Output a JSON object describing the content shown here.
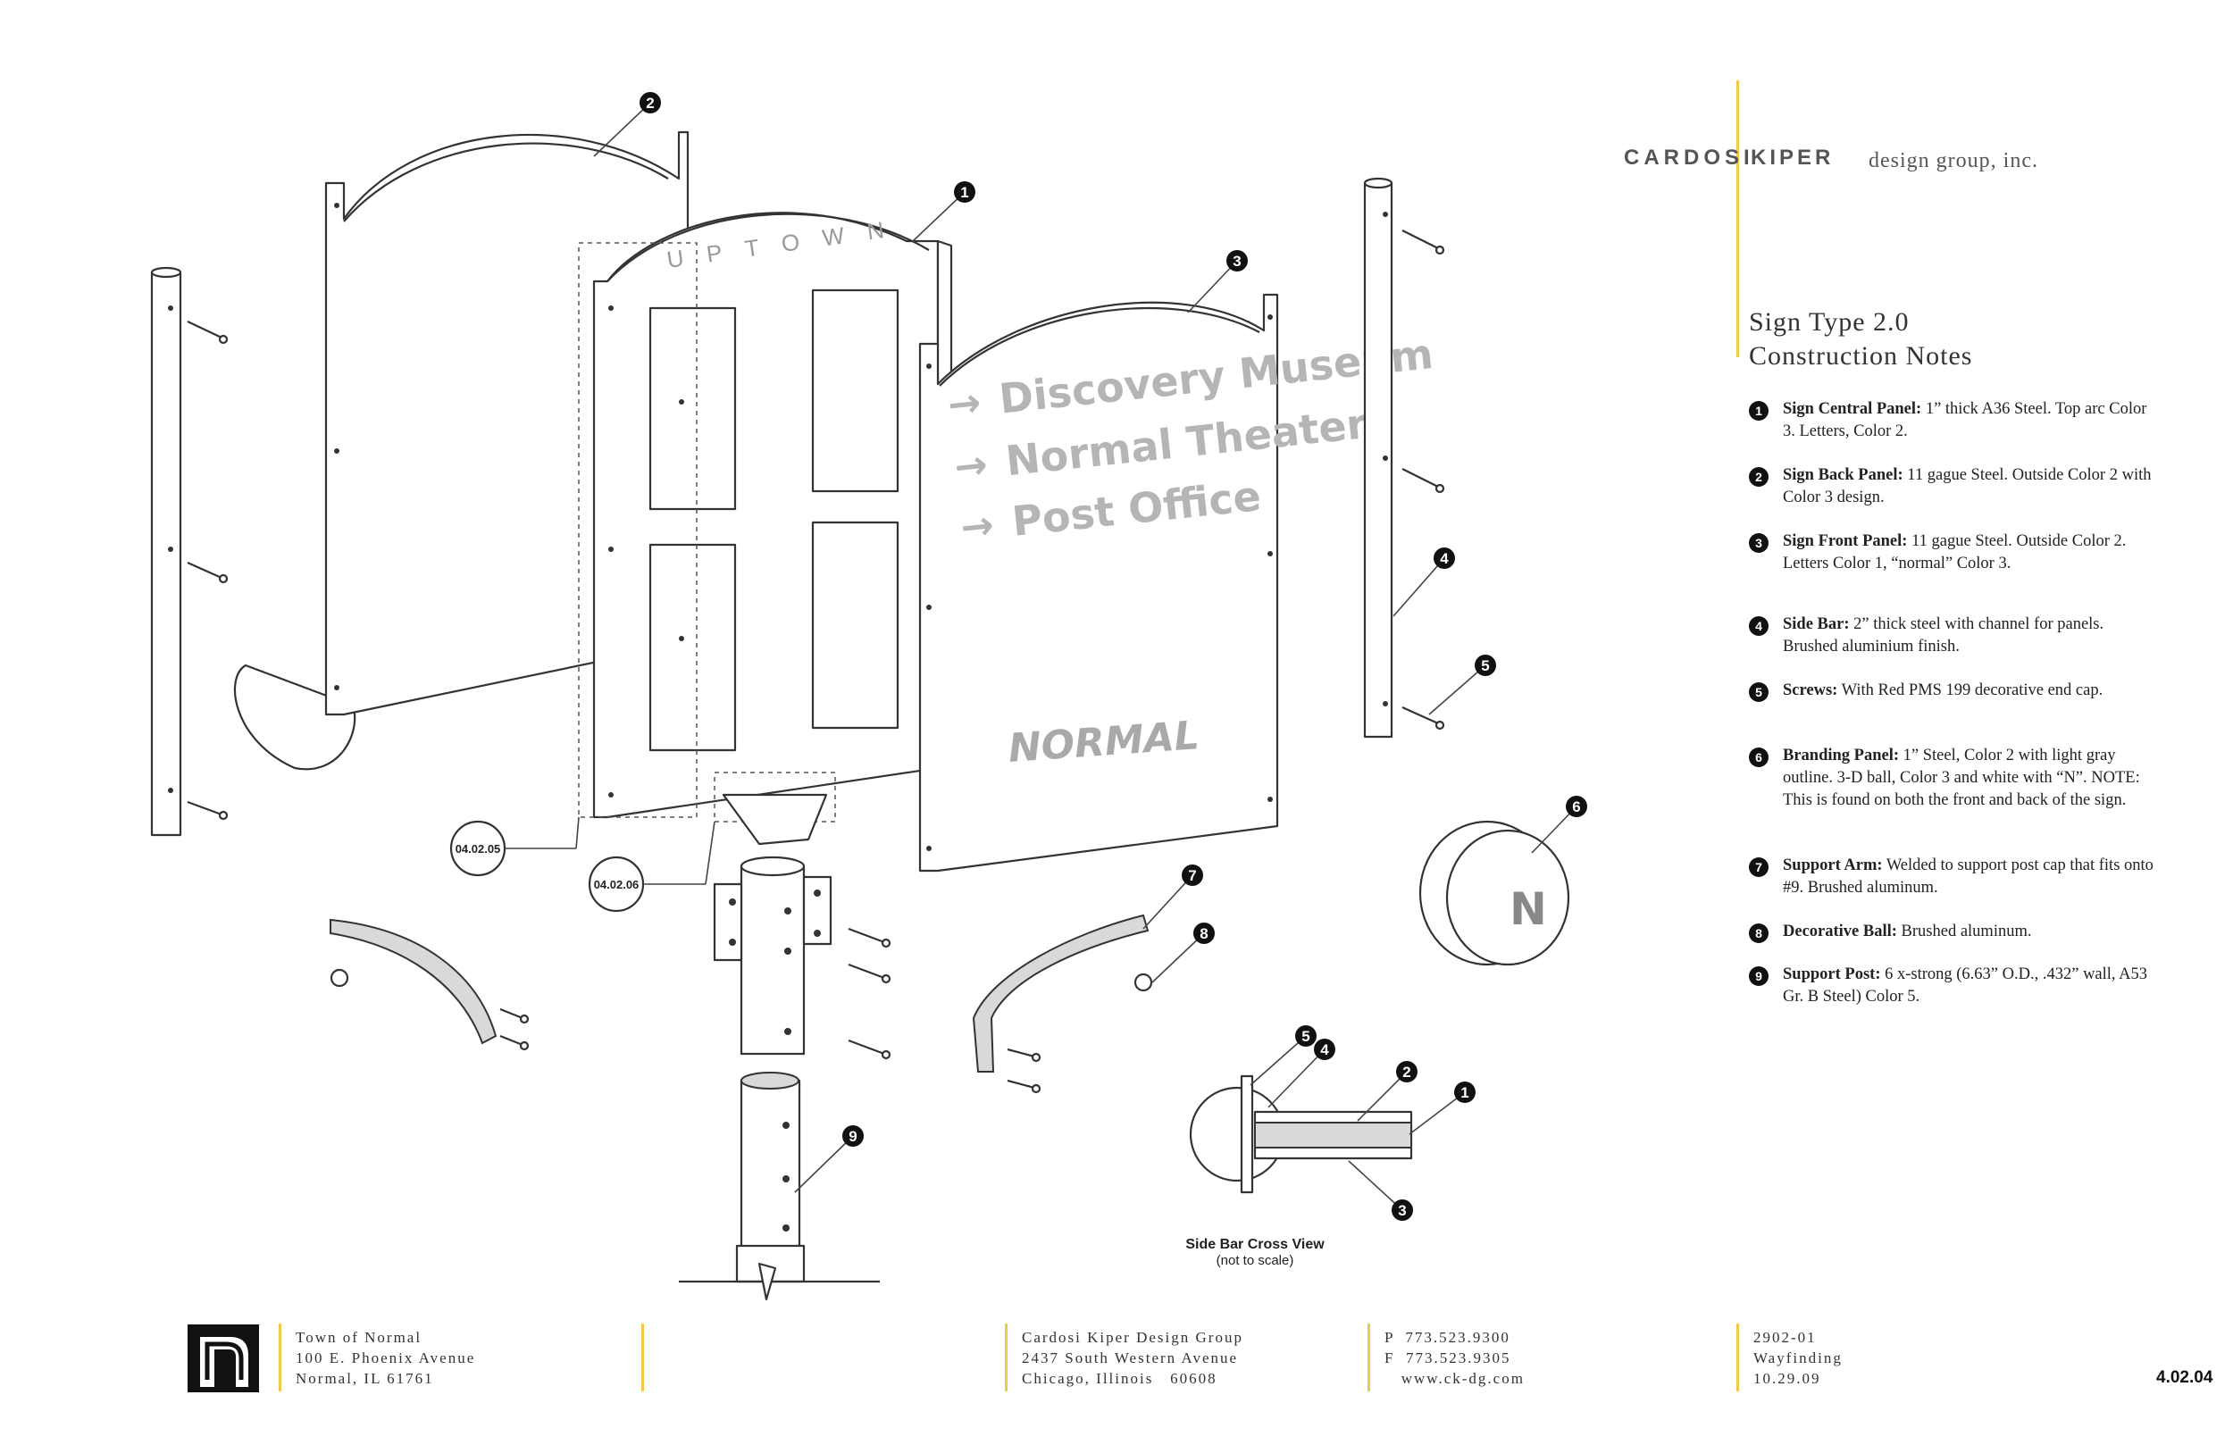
{
  "header": {
    "brand_primary": "CARDOSI",
    "brand_secondary": "KIPER",
    "brand_suffix": "design group, inc.",
    "accent_color": "#f2c94c"
  },
  "title": {
    "line1": "Sign Type 2.0",
    "line2": "Construction Notes"
  },
  "notes": [
    {
      "num": "1",
      "label": "Sign Central Panel:",
      "text": " 1” thick A36 Steel. Top arc Color 3. Letters, Color 2."
    },
    {
      "num": "2",
      "label": "Sign Back Panel:",
      "text": " 11 gague Steel. Outside Color 2 with Color 3 design."
    },
    {
      "num": "3",
      "label": "Sign Front Panel:",
      "text": " 11 gague Steel. Outside Color 2. Letters Color 1, “normal” Color 3."
    },
    {
      "num": "4",
      "label": "Side Bar:",
      "text": " 2” thick steel with channel for panels. Brushed aluminium finish."
    },
    {
      "num": "5",
      "label": "Screws:",
      "text": " With Red PMS 199 decorative end cap."
    },
    {
      "num": "6",
      "label": "Branding Panel:",
      "text": " 1” Steel, Color 2 with light gray outline. 3-D ball, Color 3 and white with “N”. NOTE: This is found on both the front and back of the sign."
    },
    {
      "num": "7",
      "label": "Support Arm:",
      "text": " Welded to support post cap that fits onto #9. Brushed aluminum."
    },
    {
      "num": "8",
      "label": "Decorative Ball:",
      "text": " Brushed aluminum."
    },
    {
      "num": "9",
      "label": "Support Post:",
      "text": " 6 x-strong (6.63” O.D., .432” wall, A53 Gr. B Steel) Color 5."
    }
  ],
  "diagram": {
    "central_panel_text": "UPTOWN",
    "front_panel_lines": [
      "Discovery Museum",
      "Normal Theater",
      "Post Office"
    ],
    "front_panel_arrow": "→",
    "front_panel_brand": "NORMAL",
    "branding_letter": "N",
    "detail_refs": [
      "04.02.05",
      "04.02.06"
    ],
    "cross_view_caption": "Side Bar Cross View",
    "cross_view_note": "(not to scale)",
    "callouts": [
      "1",
      "2",
      "3",
      "4",
      "5",
      "6",
      "7",
      "8",
      "9"
    ],
    "cross_callouts": [
      "5",
      "4",
      "2",
      "1",
      "3"
    ]
  },
  "footer": {
    "client_lines": [
      "Town of Normal",
      "100 E. Phoenix Avenue",
      "Normal, IL 61761"
    ],
    "firm_lines": [
      "Cardosi Kiper Design Group",
      "2437 South Western Avenue",
      "Chicago, Illinois   60608"
    ],
    "contact_lines": [
      "P  773.523.9300",
      "F  773.523.9305",
      "   www.ck-dg.com"
    ],
    "project_lines": [
      "2902-01",
      "Wayfinding",
      "10.29.09"
    ],
    "page_number": "4.02.04"
  }
}
